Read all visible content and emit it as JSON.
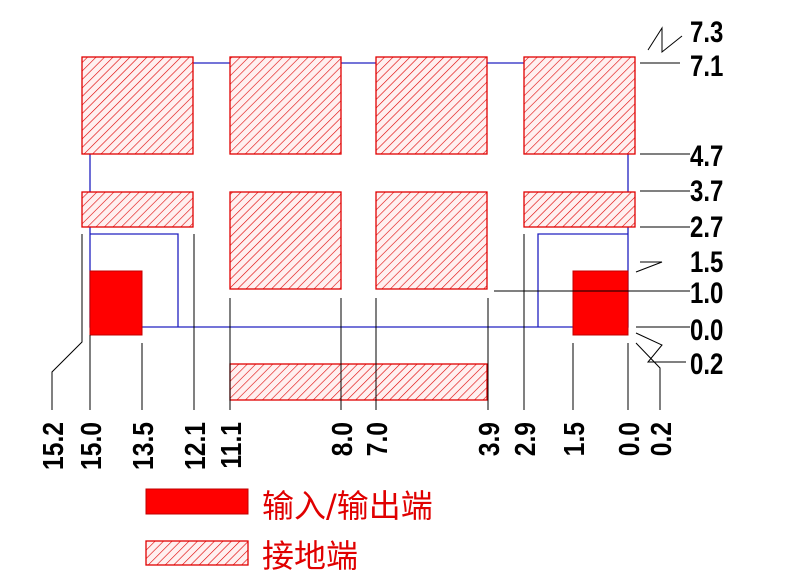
{
  "right_dims": [
    "7.3",
    "7.1",
    "4.7",
    "3.7",
    "2.7",
    "1.5",
    "1.0",
    "0.0",
    "0.2"
  ],
  "bottom_dims": [
    "15.2",
    "15.0",
    "13.5",
    "12.1",
    "11.1",
    "8.0",
    "7.0",
    "3.9",
    "2.9",
    "1.5",
    "0.0",
    "0.2"
  ],
  "legend": {
    "io_label": "输入/输出端",
    "gnd_label": "接地端"
  },
  "colors": {
    "io_pad": "#ff0000",
    "gnd_hatch": "#e00000",
    "outline": "#2020c0",
    "dim_line": "#000000"
  }
}
